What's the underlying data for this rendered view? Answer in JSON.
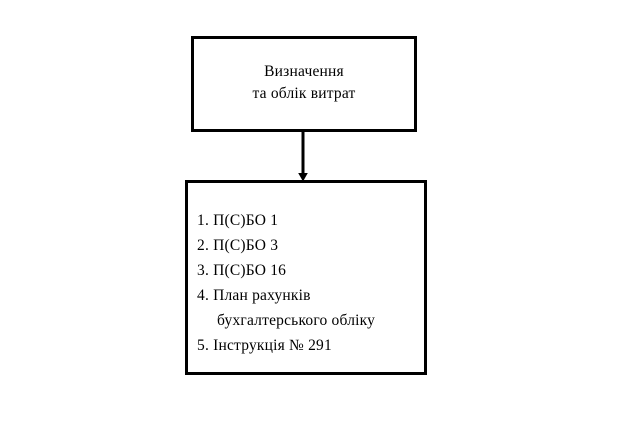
{
  "diagram": {
    "background_color": "#ffffff",
    "line_color": "#000000",
    "text_color": "#000000",
    "nodes": [
      {
        "id": "process",
        "name": "process-node",
        "text": "Визначення\nта облік витрат"
      },
      {
        "id": "regulations",
        "name": "regulations-node",
        "items": [
          "1. П(С)БО 1",
          "2. П(С)БО 3",
          "3. П(С)БО 16",
          "4. План рахунків\n    бухгалтерського обліку",
          "5. Інструкція № 291"
        ]
      }
    ],
    "connector": {
      "from": "process",
      "to": "regulations",
      "style": "solid-line-with-arrowhead",
      "direction": "down"
    }
  }
}
